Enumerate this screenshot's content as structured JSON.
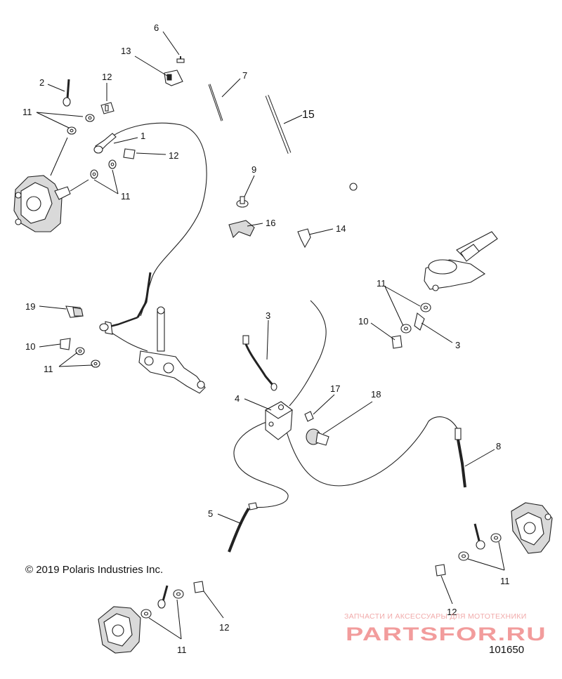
{
  "diagram": {
    "callouts": {
      "c1": "1",
      "c2": "2",
      "c3a": "3",
      "c3b": "3",
      "c4": "4",
      "c5": "5",
      "c6": "6",
      "c7": "7",
      "c8": "8",
      "c9": "9",
      "c10a": "10",
      "c10b": "10",
      "c11a": "11",
      "c11b": "11",
      "c11c": "11",
      "c11d": "11",
      "c11e": "11",
      "c11f": "11",
      "c12a": "12",
      "c12b": "12",
      "c12c": "12",
      "c12d": "12",
      "c13": "13",
      "c14": "14",
      "c15": "15",
      "c16": "16",
      "c17": "17",
      "c18": "18",
      "c19": "19"
    },
    "copyright": "© 2019 Polaris Industries Inc.",
    "doc_number": "101650",
    "watermark": {
      "tagline": "ЗАПЧАСТИ И АКСЕССУАРЫ ДЛЯ МОТОТЕХНИКИ",
      "brand": "PARTSFOR.RU"
    }
  }
}
